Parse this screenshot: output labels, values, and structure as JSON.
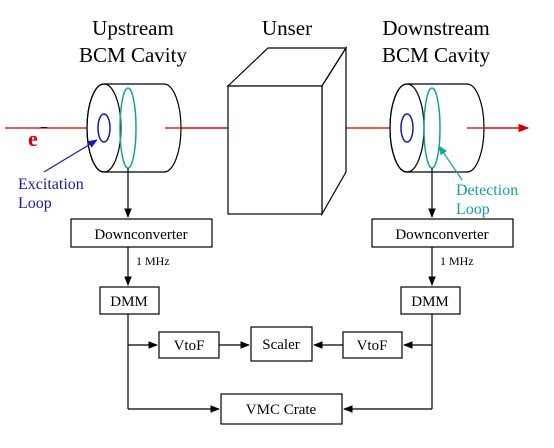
{
  "labels": {
    "upstream_line1": "Upstream",
    "upstream_line2": "BCM Cavity",
    "unser": "Unser",
    "downstream_line1": "Downstream",
    "downstream_line2": "BCM Cavity",
    "electron": "e",
    "electron_sup": "−",
    "excitation_line1": "Excitation",
    "excitation_line2": "Loop",
    "detection_line1": "Detection",
    "detection_line2": "Loop"
  },
  "boxes": {
    "downconverter_left": "Downconverter",
    "downconverter_right": "Downconverter",
    "dmm_left": "DMM",
    "dmm_right": "DMM",
    "vtof_left": "VtoF",
    "vtof_right": "VtoF",
    "scaler": "Scaler",
    "vmc_crate": "VMC Crate"
  },
  "freq": {
    "left": "1 MHz",
    "right": "1 MHz"
  },
  "colors": {
    "beam": "#d40000",
    "excitation": "#1a1aa6",
    "detection": "#13a39a",
    "line": "#000000"
  }
}
